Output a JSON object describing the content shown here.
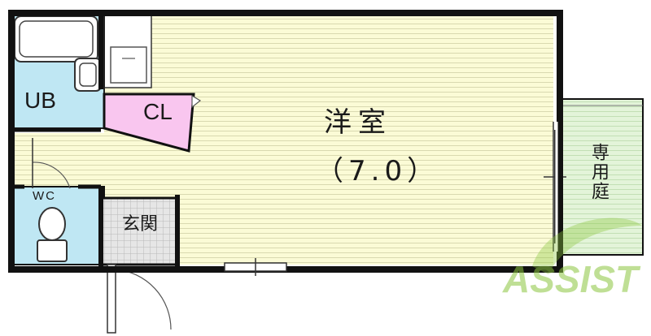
{
  "plan": {
    "main_room": {
      "name": "洋室",
      "size": "（7.0）"
    },
    "bathroom": {
      "name": "UB"
    },
    "closet": {
      "name": "CL"
    },
    "toilet": {
      "name": "WC"
    },
    "entrance": {
      "name": "玄関"
    },
    "garden": {
      "name": "専用庭"
    }
  },
  "colors": {
    "main_room": "#fbfbd6",
    "wet_area": "#bfe7f3",
    "closet": "#f9c6ef",
    "garden": "#dff2d4",
    "entrance": "#d9d9d9",
    "wall": "#111111",
    "watermark": "#8cc63f"
  },
  "watermark": {
    "text": "ASSIST"
  }
}
